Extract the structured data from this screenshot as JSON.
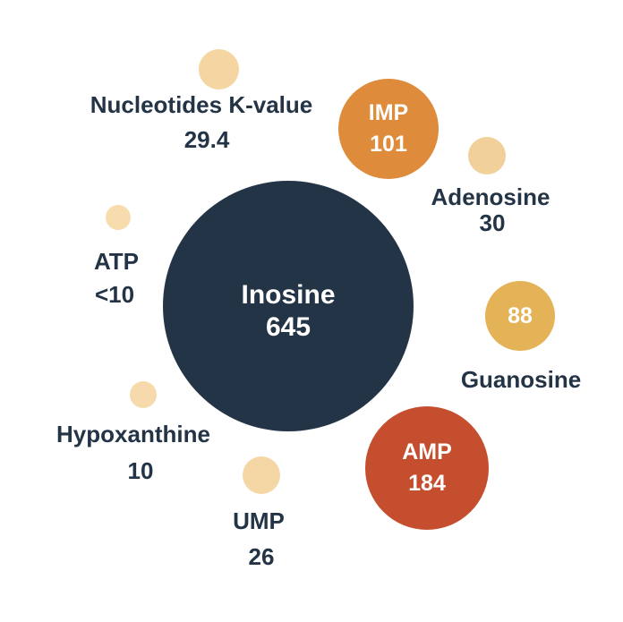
{
  "colors": {
    "background": "#ffffff",
    "label_text": "#243447",
    "inside_text": "#ffffff",
    "navy": "#243447",
    "orange": "#DE8B3C",
    "rust_red": "#C44E2D",
    "gold": "#E4B257",
    "tan": "#F6D9A9",
    "tan_deep": "#F2D099"
  },
  "chart_data": {
    "type": "bubble",
    "title": "Nucleotides K-value",
    "title_value": 29.4,
    "legend_position": "none",
    "grid": false,
    "points": [
      {
        "label": "Nucleotides K-value",
        "value": "29.4",
        "numeric_value": 29.4,
        "color": "#F5D6A3",
        "text_placement": "below"
      },
      {
        "label": "IMP",
        "value": "101",
        "numeric_value": 101,
        "color": "#DE8B3C",
        "text_placement": "inside"
      },
      {
        "label": "Adenosine",
        "value": "30",
        "numeric_value": 30,
        "color": "#F2D099",
        "text_placement": "below"
      },
      {
        "label": "ATP",
        "value": "<10",
        "numeric_value": 10,
        "color": "#F7DCAE",
        "text_placement": "below"
      },
      {
        "label": "Inosine",
        "value": "645",
        "numeric_value": 645,
        "color": "#243447",
        "text_placement": "inside"
      },
      {
        "label": "Guanosine",
        "value": "88",
        "numeric_value": 88,
        "color": "#E4B257",
        "text_placement": "value-inside-label-below"
      },
      {
        "label": "Hypoxanthine",
        "value": "10",
        "numeric_value": 10,
        "color": "#F6DAAB",
        "text_placement": "below"
      },
      {
        "label": "UMP",
        "value": "26",
        "numeric_value": 26,
        "color": "#F5D7A6",
        "text_placement": "below"
      },
      {
        "label": "AMP",
        "value": "184",
        "numeric_value": 184,
        "color": "#C44E2D",
        "text_placement": "inside"
      }
    ]
  }
}
